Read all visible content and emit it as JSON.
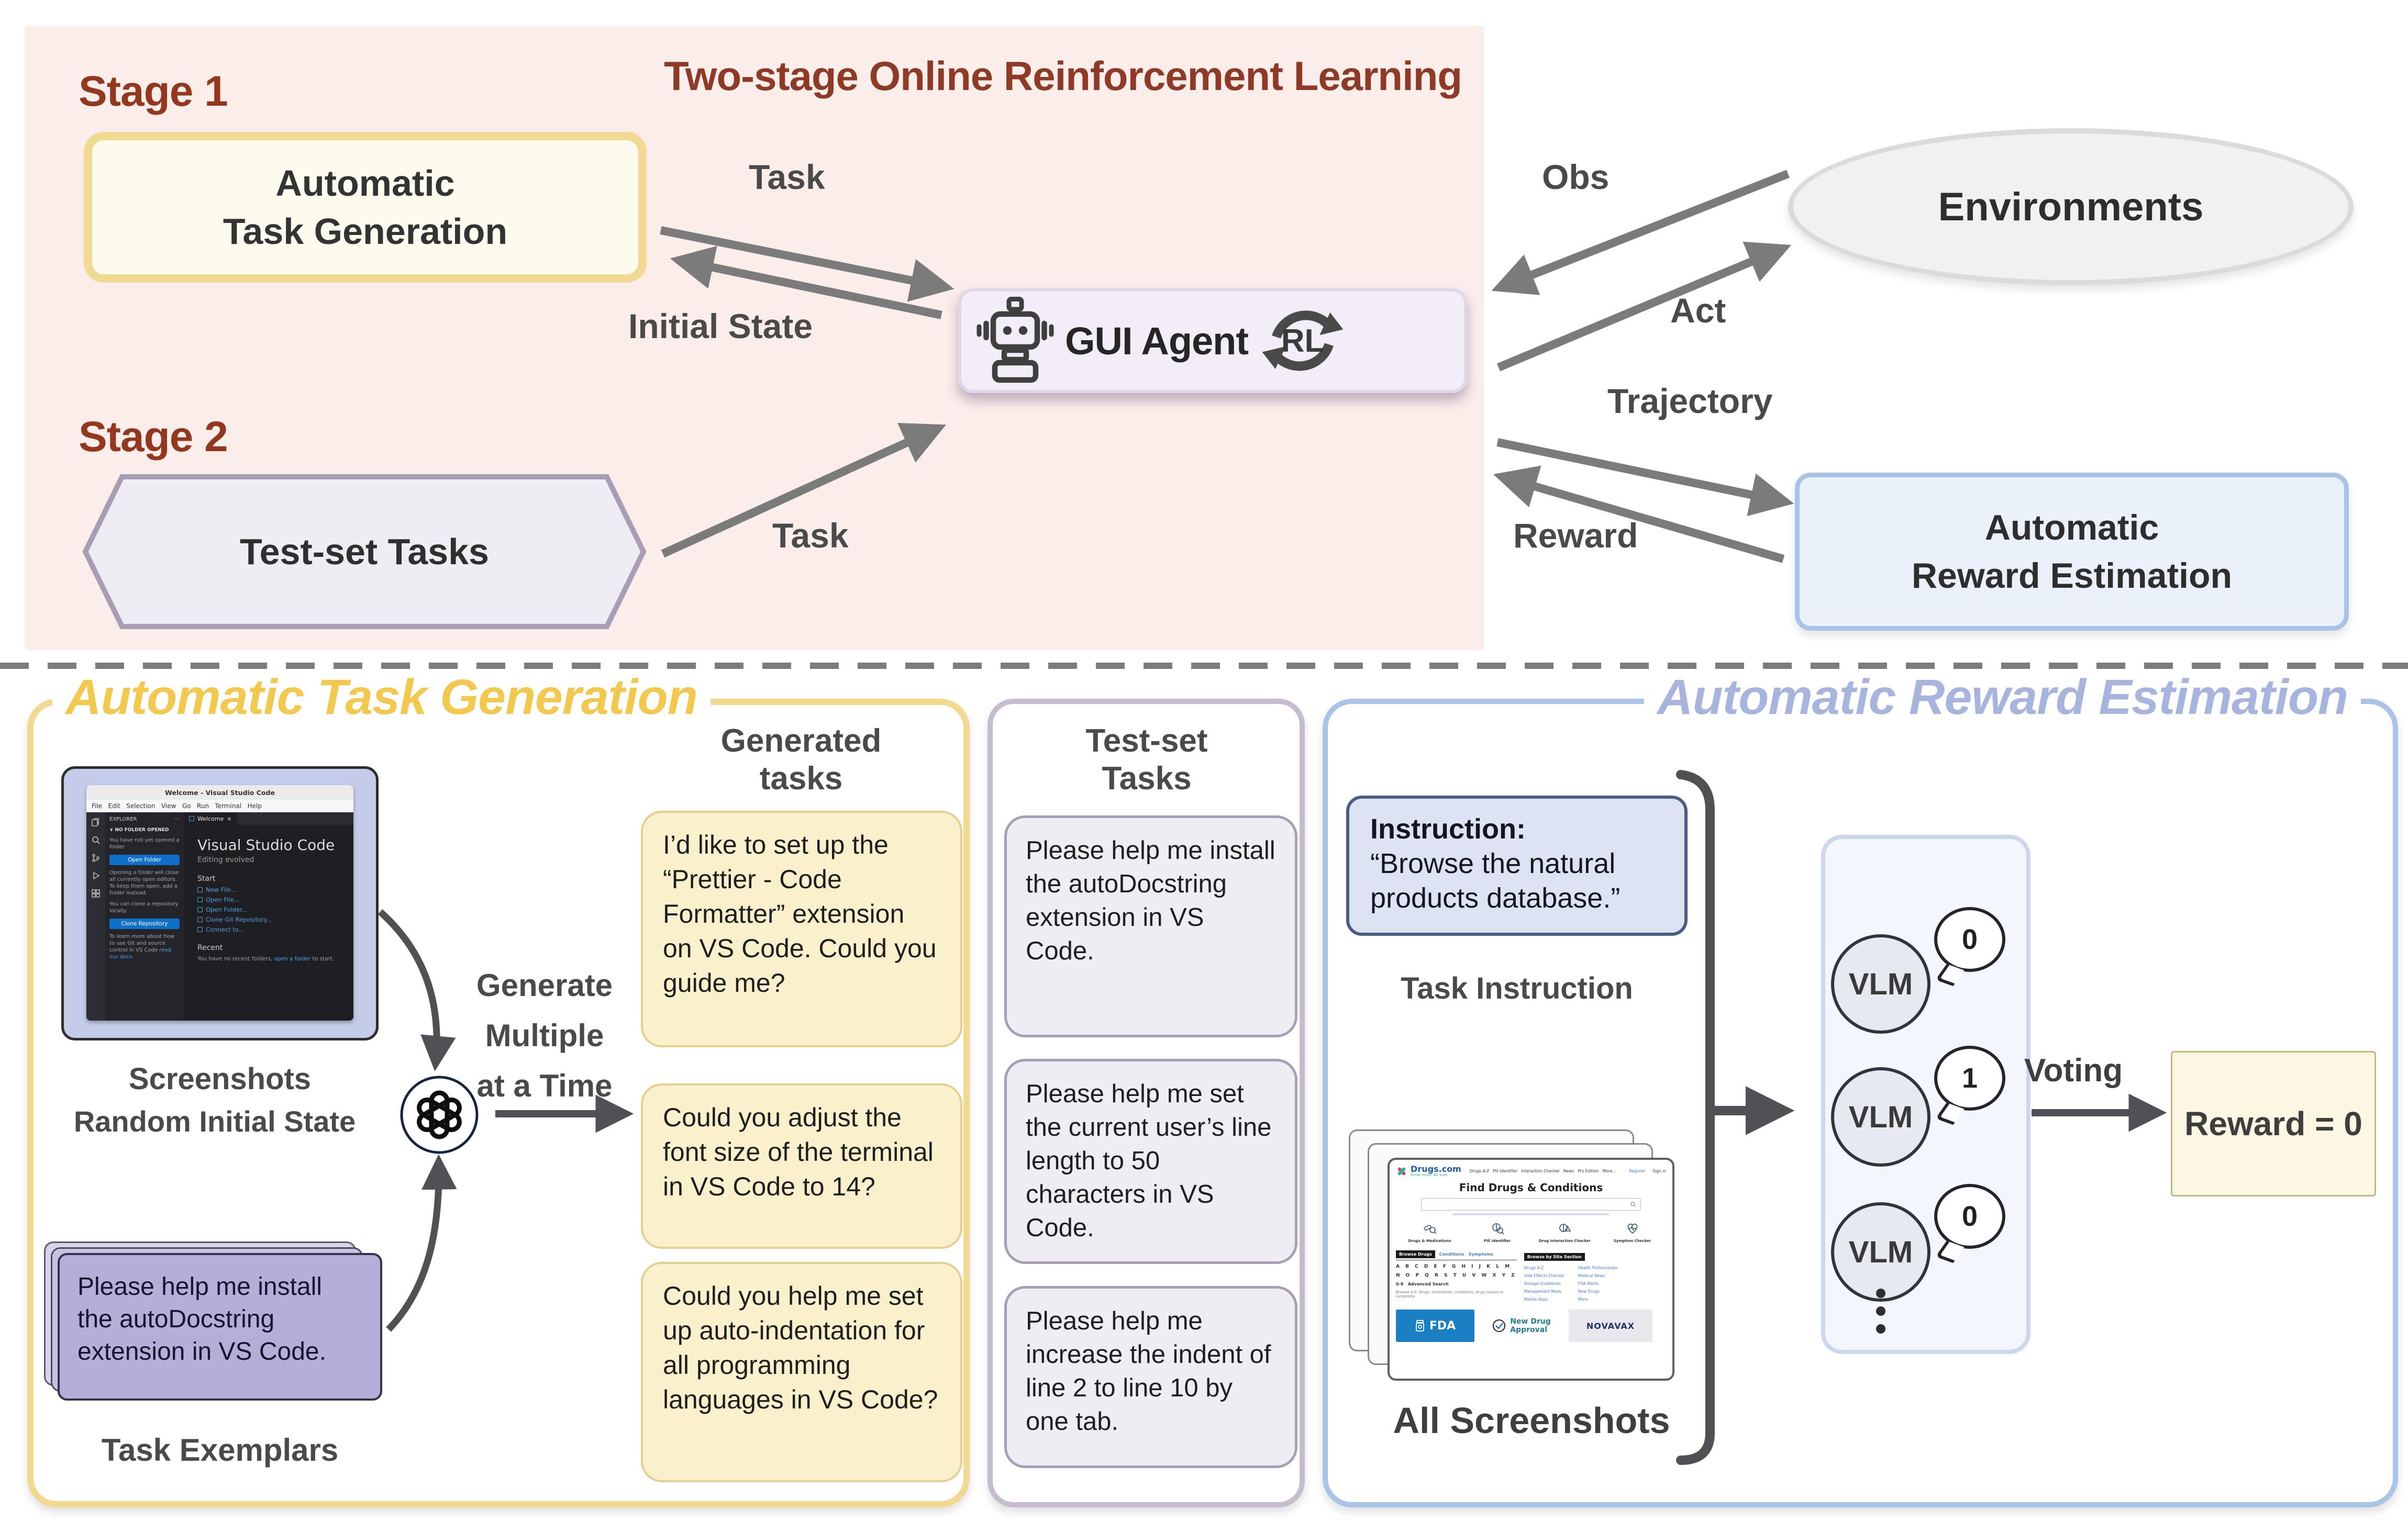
{
  "colors": {
    "pink_bg": "#FBEDEA",
    "dark_red": "#8E3A26",
    "yellow_accent": "#F3C84F",
    "blue_accent": "#A7B5DE",
    "arrow_gray": "#7B7B7B",
    "card_yellow": "#FAF0CB",
    "card_lavender": "#EFEDF4",
    "exemplar_purple": "#B6ADD8",
    "instruction_blue": "#DCE4F4",
    "reward_cream": "#FBF7E2",
    "vscode_button_blue": "#0E70C8",
    "environments_gray": "#F1F1F1"
  },
  "icons": {
    "robot": "robot-icon",
    "rl_cycle": "rl-cycle-icon",
    "openai": "openai-logo-icon",
    "speech": "speech-bubble-icon",
    "ellipsis": "vertical-ellipsis-icon",
    "search": "search-icon",
    "check": "check-icon",
    "close": "close-icon"
  },
  "overview": {
    "title": "Two-stage Online Reinforcement Learning",
    "stage1": "Stage 1",
    "stage2": "Stage 2",
    "task_gen_line1": "Automatic",
    "task_gen_line2": "Task Generation",
    "testset": "Test-set Tasks",
    "gui_agent": "GUI Agent",
    "rl": "RL",
    "environments": "Environments",
    "reward_est_line1": "Automatic",
    "reward_est_line2": "Reward Estimation",
    "labels": {
      "task_top": "Task",
      "initial_state": "Initial State",
      "task_bottom": "Task",
      "obs": "Obs",
      "act": "Act",
      "trajectory": "Trajectory",
      "reward": "Reward"
    }
  },
  "task_gen": {
    "title": "Automatic Task Generation",
    "screenshots_label": "Screenshots",
    "random_state_label": "Random Initial State",
    "exemplar_text": "Please help me install the autoDocstring extension in VS Code.",
    "exemplars_label": "Task Exemplars",
    "generate_line1": "Generate",
    "generate_line2": "Multiple",
    "generate_line3": "at a Time",
    "generated_header_line1": "Generated",
    "generated_header_line2": "tasks",
    "generated_cards": [
      "I’d like to set up the “Prettier - Code Formatter” extension on VS Code. Could you guide me?",
      "Could you adjust the font size of the terminal in VS Code to 14?",
      "Could you help me set up auto-indentation for all programming languages in VS Code?"
    ],
    "vscode": {
      "window_title": "Welcome - Visual Studio Code",
      "menu": "File   Edit   Selection   View   Go   Run   Terminal   Help",
      "explorer": "EXPLORER",
      "explorer_more": "···",
      "no_folder": "∨ NO FOLDER OPENED",
      "not_opened": "You have not yet opened a folder",
      "open_folder_btn": "Open Folder",
      "opening_note": "Opening a folder will close all currently open editors. To keep them open, add a folder instead.",
      "clone_note": "You can clone a repository locally.",
      "clone_btn": "Clone Repository",
      "git_note": "To learn more about how to use Git and source control in VS Code ",
      "git_note_link": "read our docs.",
      "tab": "Welcome",
      "tab_close": "×",
      "heading": "Visual Studio Code",
      "subheading": "Editing evolved",
      "start_label": "Start",
      "start_links": [
        "New File...",
        "Open File...",
        "Open Folder...",
        "Clone Git Repository...",
        "Connect to..."
      ],
      "recent_label": "Recent",
      "recent_text": "You have no recent folders, ",
      "recent_link": "open a folder",
      "recent_text2": " to start."
    }
  },
  "testset": {
    "header_line1": "Test-set",
    "header_line2": "Tasks",
    "cards": [
      "Please help me install the autoDocstring extension in VS Code.",
      "Please help me set the current user’s line length to 50 characters in VS Code.",
      "Please help me increase the indent of line 2 to line 10 by one tab."
    ]
  },
  "reward_est": {
    "title": "Automatic Reward Estimation",
    "instruction_label": "Instruction:",
    "instruction_text": "“Browse the natural products database.”",
    "task_instruction_label": "Task Instruction",
    "all_screenshots_label": "All Screenshots",
    "vlm_label": "VLM",
    "votes": [
      "0",
      "1",
      "0"
    ],
    "voting_label": "Voting",
    "reward_value": "Reward = 0",
    "drugs": {
      "logo": "Drugs.com",
      "tagline": "Know more. Be sure.",
      "nav": "Drugs A-Z   Pill Identifier   Interaction Checker   News   Pro Edition   More...",
      "register": "Register",
      "signin": "Sign in",
      "heading": "Find Drugs & Conditions",
      "features": [
        "Drugs & Medications",
        "Pill Identifier",
        "Drug Interaction Checker",
        "Symptom Checker"
      ],
      "tab_browse": "Browse Drugs",
      "tab_conditions": "Conditions",
      "tab_symptoms": "Symptoms",
      "letters_row1": "A B C D E F G H I J K L M",
      "letters_row2": "N O P Q R S T U V W X Y Z",
      "letters_09": "0-9",
      "advanced": "Advanced Search",
      "browse_az": "Browse A-Z: drugs, treatments, conditions, drug classes or symptoms",
      "site_section": "Browse by Site Section",
      "links_col1": [
        "Drugs A-Z",
        "Side Effects Checker",
        "Dosage Guidelines",
        "Management Meds",
        "Mobile Apps"
      ],
      "links_col2": [
        "Health Professionals",
        "Medical News",
        "FDA Alerts",
        "New Drugs",
        "More"
      ],
      "banner_fda": "FDA",
      "banner_nda_line1": "New Drug",
      "banner_nda_line2": "Approval",
      "banner_novavax": "NOVAVAX"
    }
  }
}
